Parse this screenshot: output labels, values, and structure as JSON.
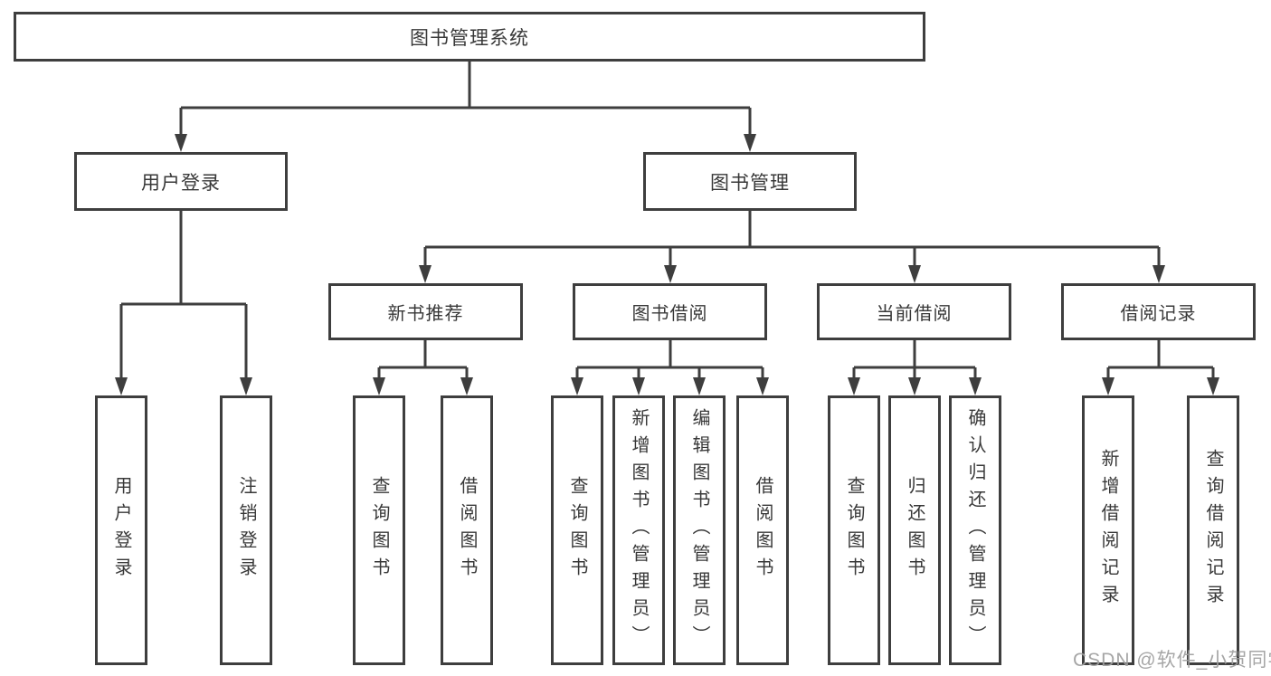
{
  "tree": {
    "root": {
      "label": "图书管理系统"
    },
    "children": [
      {
        "label": "用户登录",
        "children": [
          {
            "label": "用户登录"
          },
          {
            "label": "注销登录"
          }
        ]
      },
      {
        "label": "图书管理",
        "children": [
          {
            "label": "新书推荐",
            "children": [
              {
                "label": "查询图书"
              },
              {
                "label": "借阅图书"
              }
            ]
          },
          {
            "label": "图书借阅",
            "children": [
              {
                "label": "查询图书"
              },
              {
                "label": "新增图书（管理员）"
              },
              {
                "label": "编辑图书（管理员）"
              },
              {
                "label": "借阅图书"
              }
            ]
          },
          {
            "label": "当前借阅",
            "children": [
              {
                "label": "查询图书"
              },
              {
                "label": "归还图书"
              },
              {
                "label": "确认归还（管理员）"
              }
            ]
          },
          {
            "label": "借阅记录",
            "children": [
              {
                "label": "新增借阅记录"
              },
              {
                "label": "查询借阅记录"
              }
            ]
          }
        ]
      }
    ]
  },
  "watermark": {
    "text": "CSDN @软件_小贺同学"
  },
  "colors": {
    "line": "#3e3e3e",
    "text": "#383838",
    "box_background": "#ffffff",
    "watermark": "#9e9e9e"
  }
}
